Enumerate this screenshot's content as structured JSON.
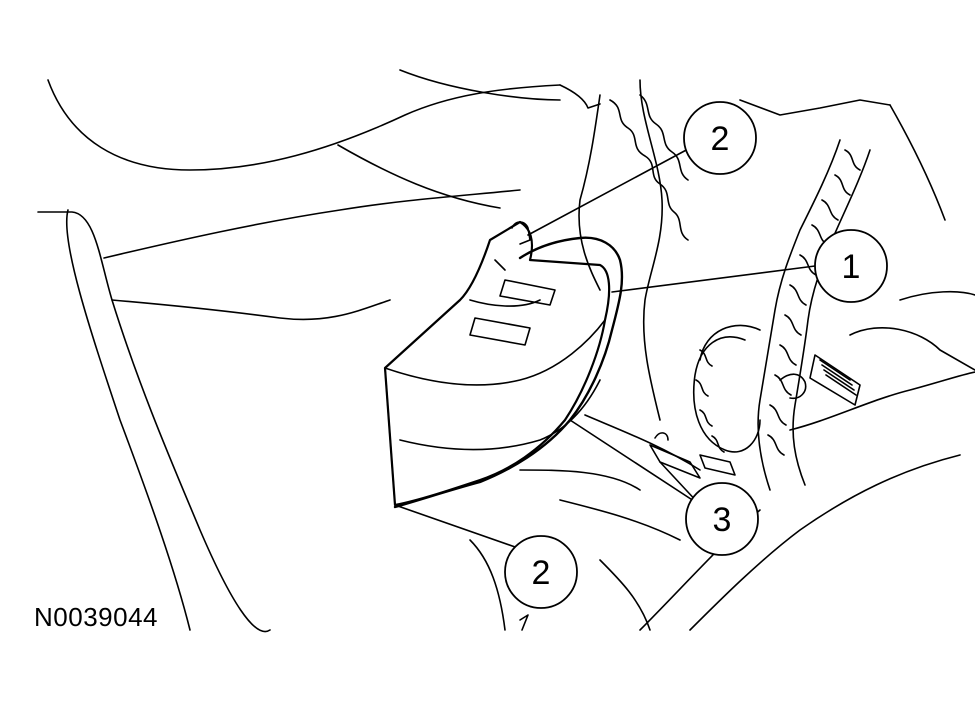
{
  "figure": {
    "id_text": "N0039044"
  },
  "callouts": [
    {
      "key": "c1",
      "label": "1"
    },
    {
      "key": "c2a",
      "label": "2"
    },
    {
      "key": "c2b",
      "label": "2"
    },
    {
      "key": "c3",
      "label": "3"
    }
  ],
  "colors": {
    "line": "#000000",
    "background": "#ffffff"
  }
}
